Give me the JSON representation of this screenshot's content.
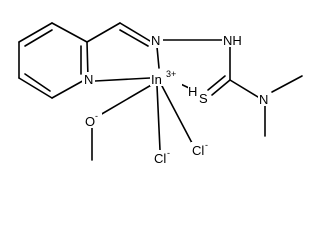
{
  "molecule": {
    "atoms": {
      "N_pyridine": "N",
      "N_imine": "N",
      "NH": "NH",
      "In": "In",
      "In_charge": "3+",
      "S": "S",
      "S_H": "H",
      "N_amine": "N",
      "O": "O",
      "O_charge": "-",
      "Cl_1": "Cl",
      "Cl_1_charge": "-",
      "Cl_2": "Cl",
      "Cl_2_charge": "-"
    }
  }
}
